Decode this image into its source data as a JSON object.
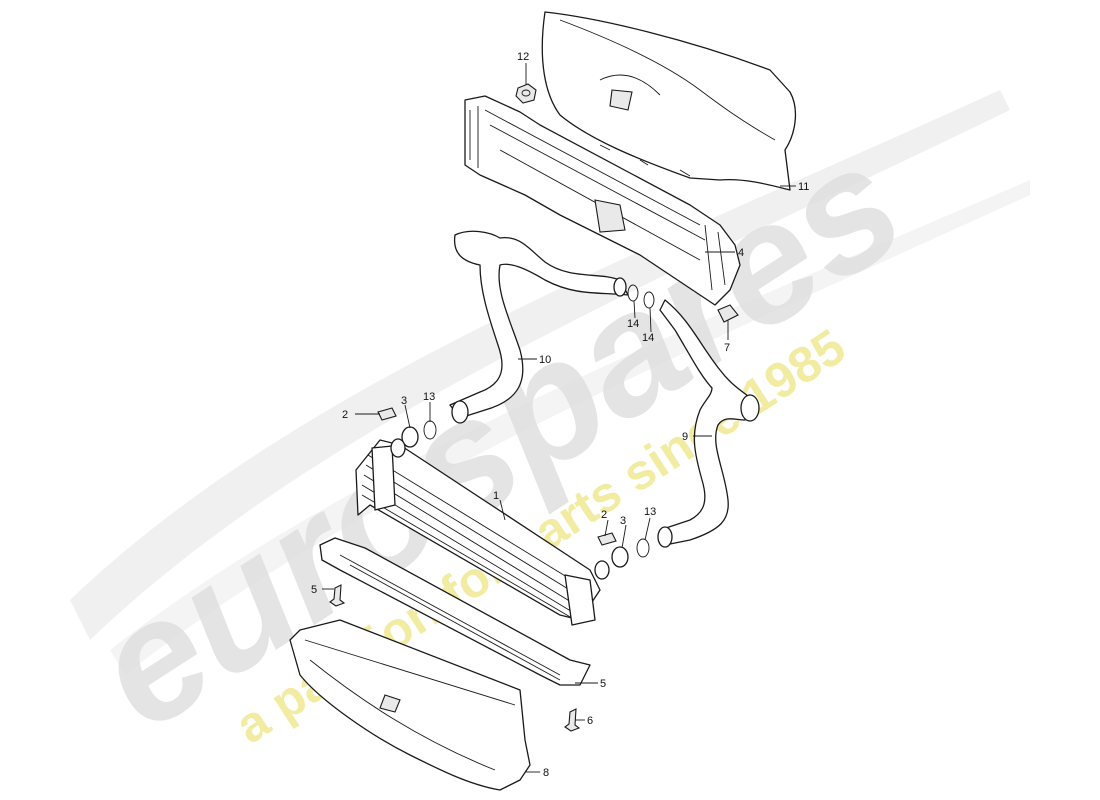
{
  "watermark": {
    "brand": "eurospares",
    "tagline": "a passion for parts since 1985",
    "brand_color": "#d9d9d9",
    "tagline_color": "#f2ee9a"
  },
  "callouts": [
    {
      "id": "c1",
      "label": "1"
    },
    {
      "id": "c2a",
      "label": "2"
    },
    {
      "id": "c2b",
      "label": "2"
    },
    {
      "id": "c3a",
      "label": "3"
    },
    {
      "id": "c3b",
      "label": "3"
    },
    {
      "id": "c4",
      "label": "4"
    },
    {
      "id": "c5a",
      "label": "5"
    },
    {
      "id": "c5b",
      "label": "5"
    },
    {
      "id": "c6",
      "label": "6"
    },
    {
      "id": "c7",
      "label": "7"
    },
    {
      "id": "c8",
      "label": "8"
    },
    {
      "id": "c9",
      "label": "9"
    },
    {
      "id": "c10",
      "label": "10"
    },
    {
      "id": "c11",
      "label": "11"
    },
    {
      "id": "c12",
      "label": "12"
    },
    {
      "id": "c13a",
      "label": "13"
    },
    {
      "id": "c13b",
      "label": "13"
    },
    {
      "id": "c14a",
      "label": "14"
    },
    {
      "id": "c14b",
      "label": "14"
    }
  ]
}
